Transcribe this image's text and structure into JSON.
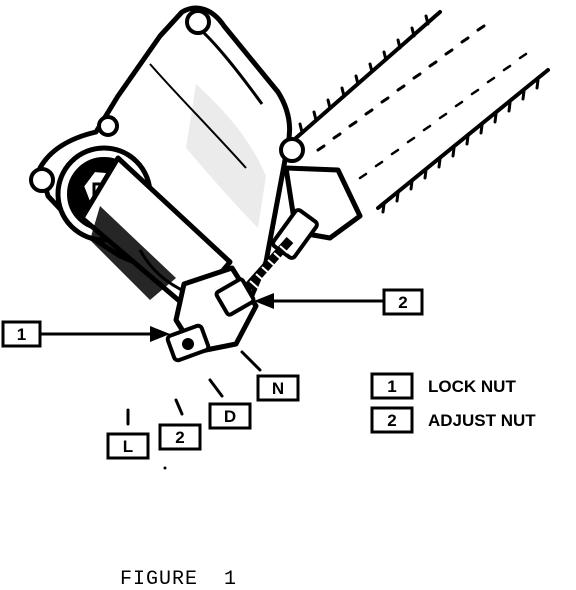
{
  "callouts": {
    "c1": "1",
    "c2": "2"
  },
  "positions": {
    "n": "N",
    "d": "D",
    "two": "2",
    "l": "L"
  },
  "legend": [
    {
      "num": "1",
      "text": "LOCK NUT"
    },
    {
      "num": "2",
      "text": "ADJUST NUT"
    }
  ],
  "caption": "FIGURE  1"
}
